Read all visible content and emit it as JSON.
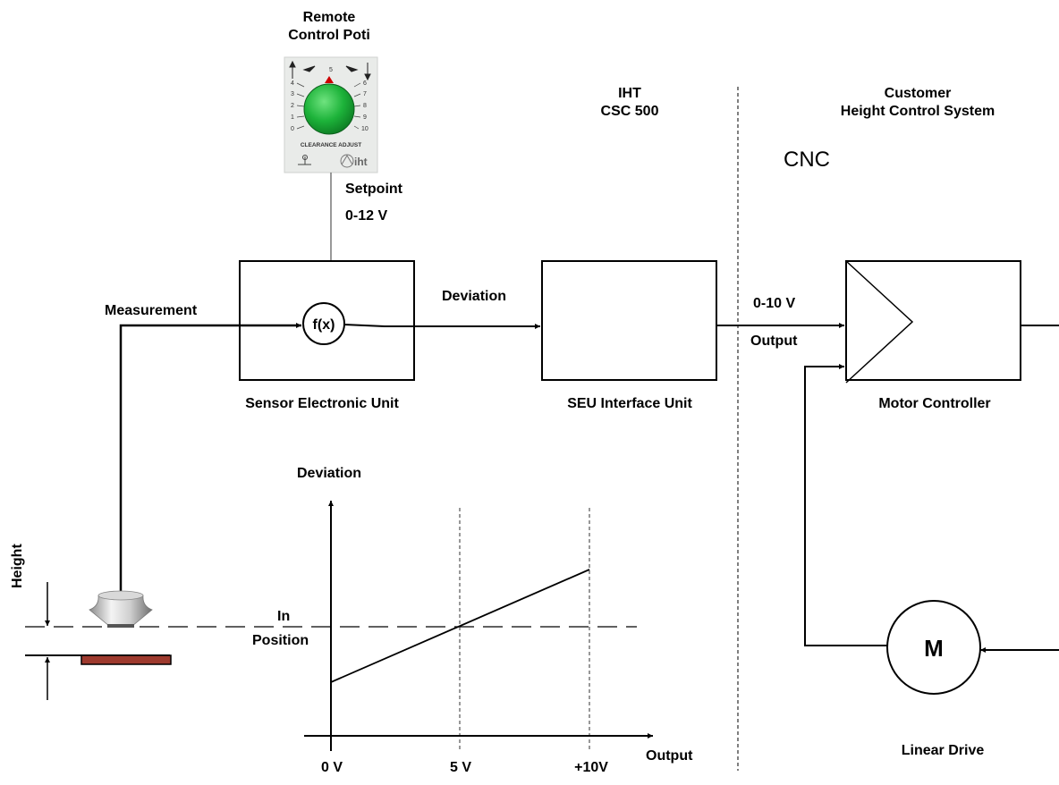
{
  "remote": {
    "title_line1": "Remote",
    "title_line2": "Control Poti",
    "caption": "CLEARANCE ADJUST",
    "logo": "iht",
    "scale_left": [
      "4",
      "3",
      "2",
      "1",
      "0"
    ],
    "scale_right": [
      "6",
      "7",
      "8",
      "9",
      "10"
    ],
    "scale_top": "5",
    "knob_color": "#1db33a",
    "pointer_color": "#cc0000"
  },
  "headers": {
    "iht_line1": "IHT",
    "iht_line2": "CSC 500",
    "customer_line1": "Customer",
    "customer_line2": "Height Control System",
    "cnc": "CNC"
  },
  "signals": {
    "setpoint": "Setpoint",
    "setpoint_range": "0-12 V",
    "measurement": "Measurement",
    "function": "f(x)",
    "deviation": "Deviation",
    "output_range": "0-10 V",
    "output": "Output"
  },
  "units": {
    "sensor": "Sensor Electronic Unit",
    "seu": "SEU Interface Unit",
    "motor": "Motor Controller",
    "motor_symbol": "M",
    "linear_drive": "Linear Drive"
  },
  "graph": {
    "y_label": "Deviation",
    "x_label": "Output",
    "in_position_line1": "In",
    "in_position_line2": "Position",
    "ticks": [
      "0 V",
      "5 V",
      "+10V"
    ]
  },
  "sensor_head": {
    "height_label": "Height",
    "target_color": "#9e3a2e"
  }
}
